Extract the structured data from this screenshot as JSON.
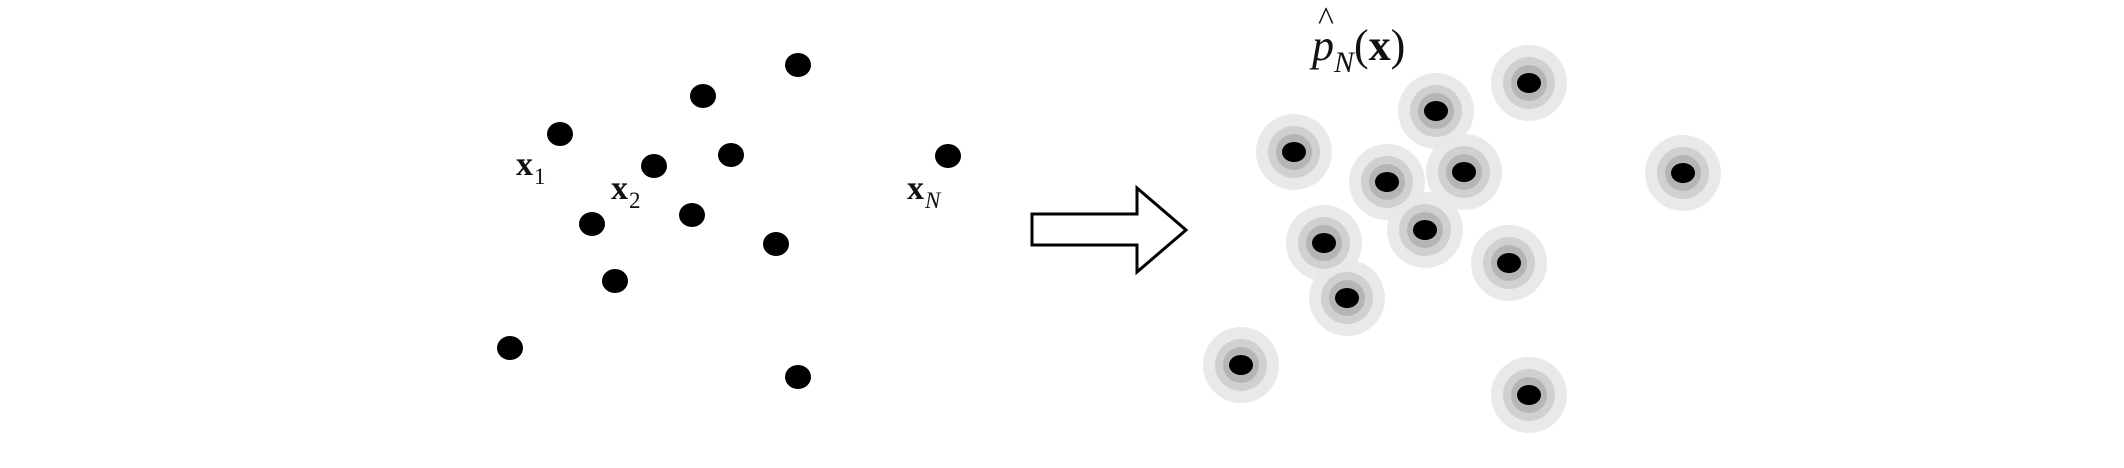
{
  "left_panel": {
    "sample_labels": {
      "x1": {
        "main": "x",
        "sub": "1"
      },
      "x2": {
        "main": "x",
        "sub": "2"
      },
      "xN": {
        "main": "x",
        "sub": "N"
      }
    }
  },
  "right_panel": {
    "estimator_label": {
      "hat": "^",
      "p": "p",
      "subscript": "N",
      "open_paren": "(",
      "x": "x",
      "close_paren": ")"
    }
  },
  "colors": {
    "point": "#000000",
    "kernel_ring_outer": "#e8e8e8",
    "kernel_ring_mid": "#d0d0d0",
    "kernel_ring_inner": "#b5b5b5",
    "arrow_fill": "#ffffff",
    "arrow_stroke": "#000000"
  }
}
